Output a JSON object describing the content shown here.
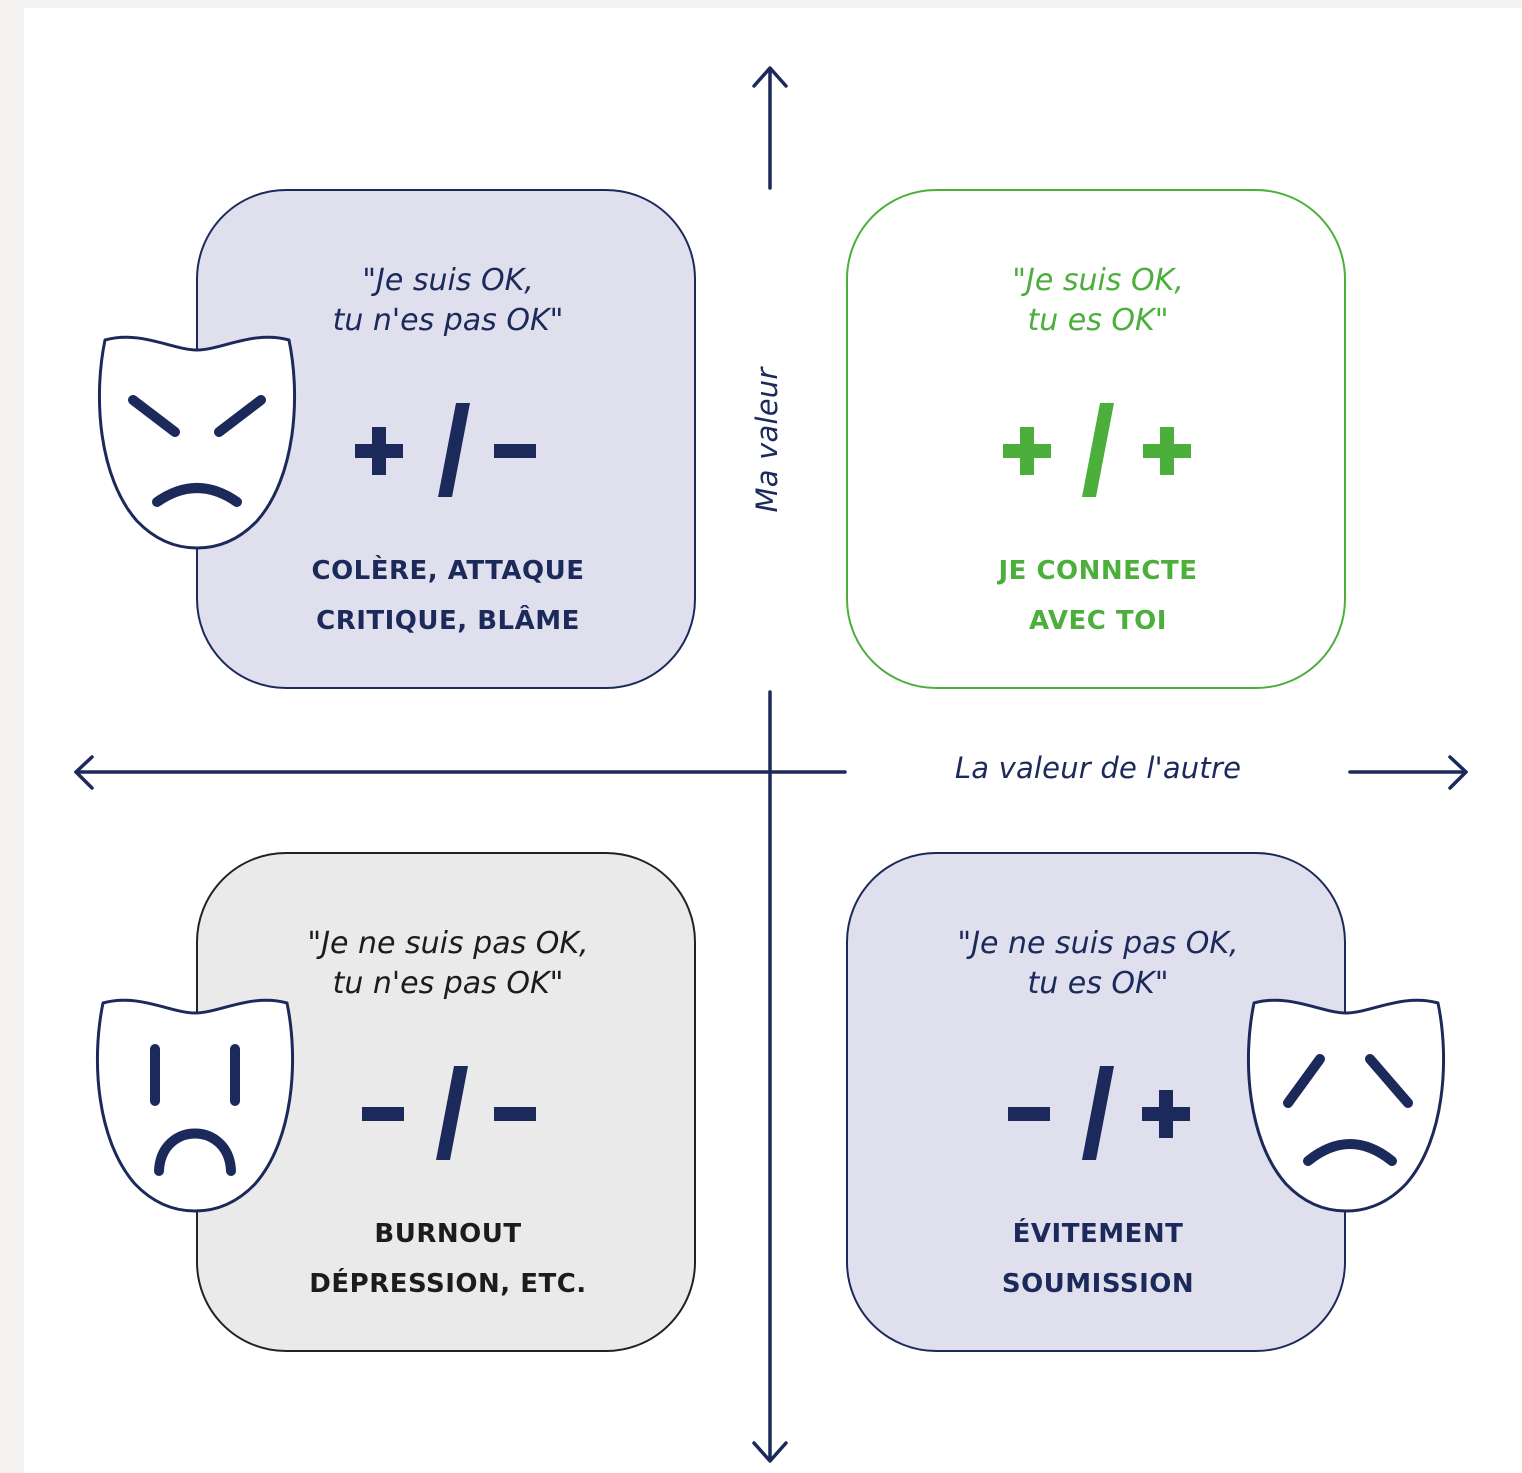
{
  "axes": {
    "x_label": "La valeur de l'autre",
    "y_label": "Ma valeur"
  },
  "quadrants": [
    {
      "position": "top-left",
      "quote": "\"Je suis OK,\ntu n'es pas OK\"",
      "formula": "+/-",
      "caption": "COLÈRE, ATTAQUE\nCRITIQUE, BLÂME",
      "color": "#1b2a5a",
      "background": "#dfdfed",
      "mask_icon": "angry-mask-icon"
    },
    {
      "position": "top-right",
      "quote": "\"Je suis OK,\ntu es OK\"",
      "formula": "+/+",
      "caption": "JE CONNECTE\nAVEC TOI",
      "color": "#4caf3c",
      "background": "#ffffff"
    },
    {
      "position": "bottom-left",
      "quote": "\"Je ne suis pas OK,\ntu n'es pas OK\"",
      "formula": "-/-",
      "caption": "BURNOUT\nDÉPRESSION, ETC.",
      "color": "#1c1c1c",
      "background": "#eaeaea",
      "mask_icon": "shocked-sad-mask-icon"
    },
    {
      "position": "bottom-right",
      "quote": "\"Je ne suis pas OK,\ntu es OK\"",
      "formula": "-/+",
      "caption": "ÉVITEMENT\nSOUMISSION",
      "color": "#1b2a5a",
      "background": "#dfdfed",
      "mask_icon": "worried-mask-icon"
    }
  ],
  "colors": {
    "navy": "#1b2a5a",
    "green": "#4caf3c",
    "text_dark": "#1c1c1c"
  }
}
